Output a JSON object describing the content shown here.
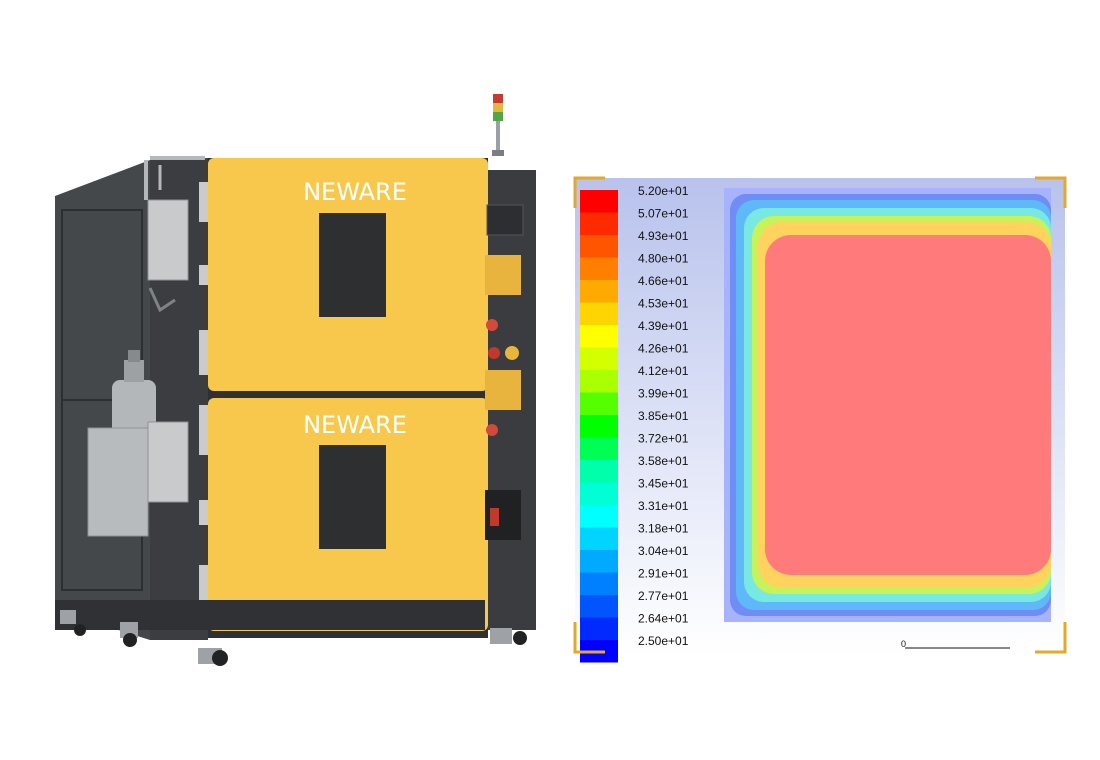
{
  "product": {
    "brand_top": "NEWARE",
    "brand_bottom": "NEWARE"
  },
  "colors": {
    "door_yellow": "#f8c84c",
    "cabinet_dark": "#3b3d40",
    "frame_accent": "#e2a92a",
    "hot_core": "#ff7a7a"
  },
  "thermal_map": {
    "colorbar_labels": [
      "5.20e+01",
      "5.07e+01",
      "4.93e+01",
      "4.80e+01",
      "4.66e+01",
      "4.53e+01",
      "4.39e+01",
      "4.26e+01",
      "4.12e+01",
      "3.99e+01",
      "3.85e+01",
      "3.72e+01",
      "3.58e+01",
      "3.45e+01",
      "3.31e+01",
      "3.18e+01",
      "3.04e+01",
      "2.91e+01",
      "2.77e+01",
      "2.64e+01",
      "2.50e+01"
    ],
    "colorbar_colors": [
      "#ff0000",
      "#ff2a00",
      "#ff5500",
      "#ff7f00",
      "#ffaa00",
      "#ffd400",
      "#ffff00",
      "#d4ff00",
      "#aaff00",
      "#55ff00",
      "#00ff00",
      "#00ff55",
      "#00ffaa",
      "#00ffd4",
      "#00ffff",
      "#00d4ff",
      "#00aaff",
      "#007fff",
      "#0055ff",
      "#002aff",
      "#0000ff"
    ],
    "axis_label": "0"
  }
}
